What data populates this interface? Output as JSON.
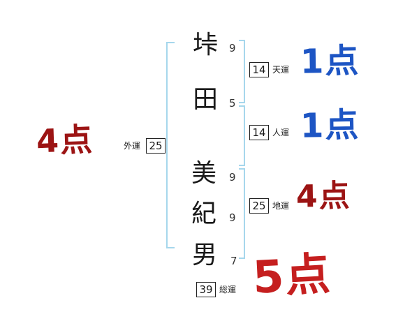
{
  "name_chars": [
    {
      "char": "垰",
      "strokes": "9"
    },
    {
      "char": "田",
      "strokes": "5"
    },
    {
      "char": "美",
      "strokes": "9"
    },
    {
      "char": "紀",
      "strokes": "9"
    },
    {
      "char": "男",
      "strokes": "7"
    }
  ],
  "fortunes": {
    "ten": {
      "label": "天運",
      "value": "14"
    },
    "jin": {
      "label": "人運",
      "value": "14"
    },
    "chi": {
      "label": "地運",
      "value": "25"
    },
    "gai": {
      "label": "外運",
      "value": "25"
    },
    "sou": {
      "label": "総運",
      "value": "39"
    }
  },
  "scores": {
    "ten": {
      "text": "1点",
      "color": "#1d55c4"
    },
    "jin": {
      "text": "1点",
      "color": "#1d55c4"
    },
    "chi": {
      "text": "4点",
      "color": "#9c1414"
    },
    "gai": {
      "text": "4点",
      "color": "#9c1414"
    },
    "sou": {
      "text": "5点",
      "color": "#c51f1f"
    }
  },
  "colors": {
    "bracket": "#a6d7ec",
    "box_border": "#222222",
    "text": "#1a1a1a",
    "background": "#ffffff"
  }
}
